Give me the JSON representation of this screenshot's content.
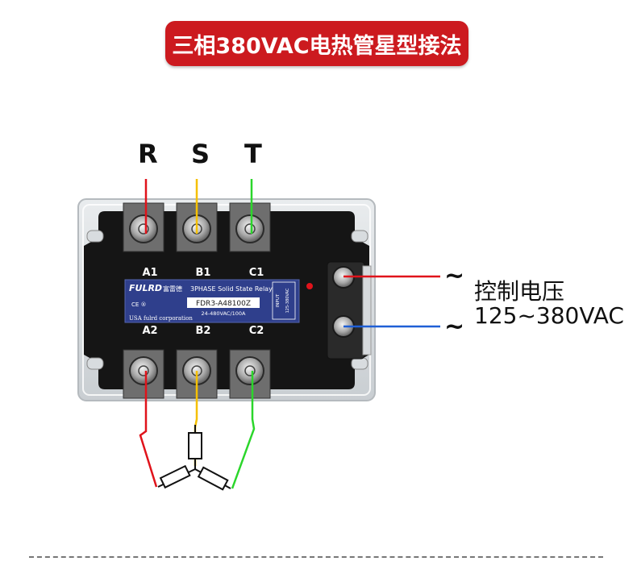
{
  "title": "三相380VAC电热管星型接法",
  "phases": [
    "R",
    "S",
    "T"
  ],
  "terminals_top": [
    "A1",
    "B1",
    "C1"
  ],
  "terminals_bottom": [
    "A2",
    "B2",
    "C2"
  ],
  "label_panel": {
    "brand": "FULRD",
    "brand_cn": "富雷德",
    "line1": "3PHASE Solid State Relay",
    "model": "FDR3-A48100Z",
    "rating": "24-480VAC/100A",
    "company": "USA fulrd corporation",
    "input": "INPUT",
    "input_range": "125-380VAC"
  },
  "control": {
    "tilde": "~",
    "label": "控制电压",
    "voltage": "125~380VAC"
  },
  "colors": {
    "title_bg": "#cc1a1f",
    "wire_red": "#e0131b",
    "wire_yellow": "#f5c000",
    "wire_green": "#2bd62b",
    "wire_blue": "#1f5fd6",
    "panel_blue": "#2f3f8c",
    "relay_body": "#151515"
  }
}
